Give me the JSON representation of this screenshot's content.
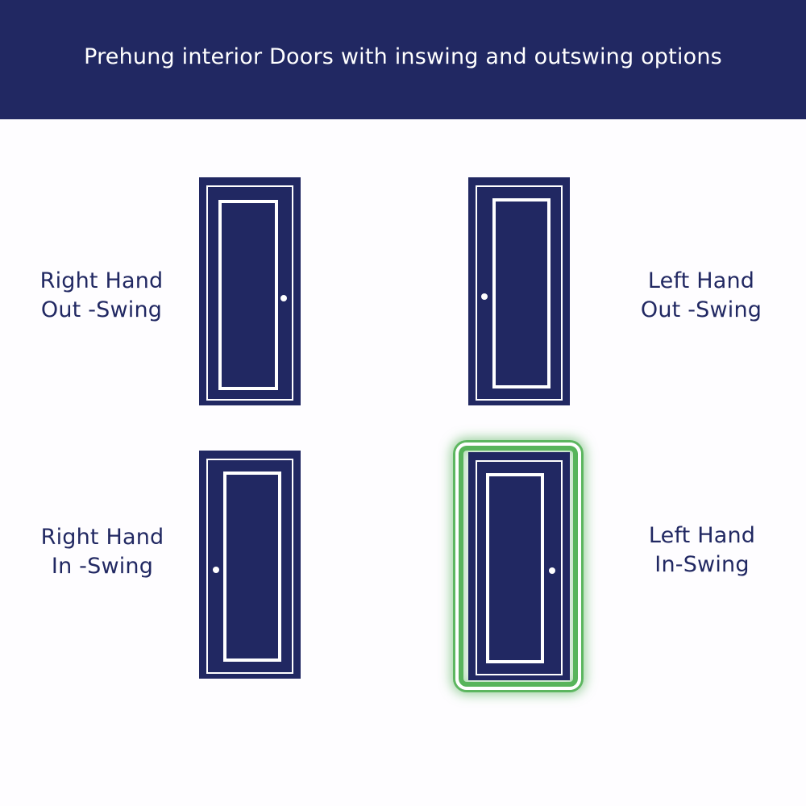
{
  "header": {
    "title": "Prehung interior Doors with inswing and outswing options"
  },
  "colors": {
    "navy": "#212862",
    "white": "#ffffff",
    "highlight_green": "#4caf50"
  },
  "doors": [
    {
      "id": "right-hand-out-swing",
      "label_line1": "Right Hand",
      "label_line2": "Out -Swing",
      "knob_side": "right",
      "selected": false
    },
    {
      "id": "left-hand-out-swing",
      "label_line1": "Left Hand",
      "label_line2": "Out -Swing",
      "knob_side": "left",
      "selected": false
    },
    {
      "id": "right-hand-in-swing",
      "label_line1": "Right Hand",
      "label_line2": "In -Swing",
      "knob_side": "left",
      "selected": false
    },
    {
      "id": "left-hand-in-swing",
      "label_line1": "Left Hand",
      "label_line2": "In-Swing",
      "knob_side": "right",
      "selected": true
    }
  ]
}
